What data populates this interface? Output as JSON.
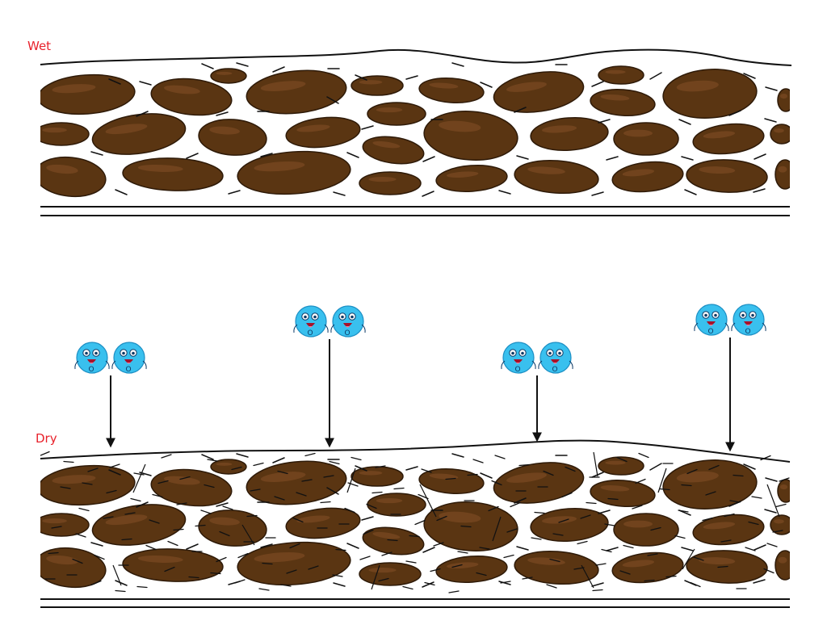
{
  "colors": {
    "label": "#e8212b",
    "soil": "#5a3512",
    "soil_highlight": "#7a4a22",
    "soil_outline": "#2e1a08",
    "line": "#111111",
    "molecule": "#39c0ee",
    "molecule_outline": "#1d8fc4",
    "molecule_dark": "#0d3a66",
    "mouth": "#a8122a",
    "tongue": "#ff7a9a"
  },
  "panels": [
    {
      "id": "wet",
      "label": "Wet"
    },
    {
      "id": "dry",
      "label": "Dry"
    }
  ],
  "molecules": {
    "icon": "oxygen-molecule-icon",
    "atom_letter": "O",
    "count": 4
  }
}
